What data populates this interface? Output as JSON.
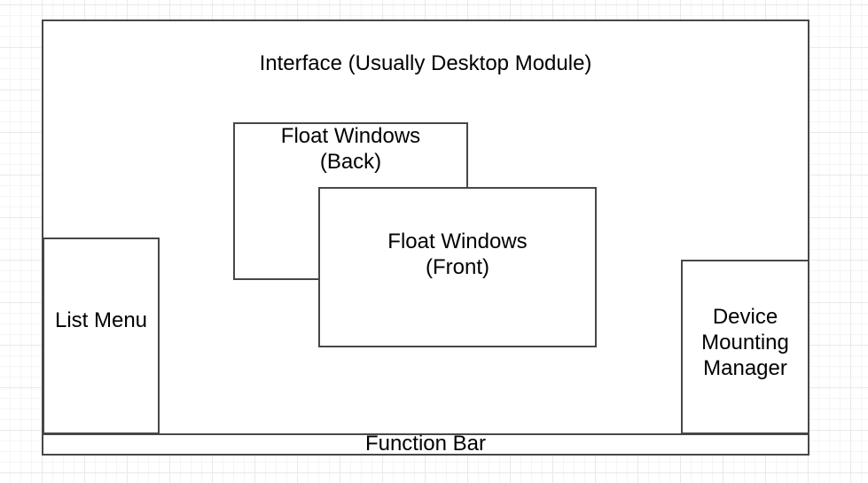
{
  "colors": {
    "canvas_bg": "#ffffff",
    "grid_minor": "#f5f5f5",
    "grid_major": "#e9e9e9",
    "shape_fill": "#ffffff",
    "shape_border": "#474747",
    "text": "#000000"
  },
  "boxes": {
    "interface": {
      "label": "Interface (Usually Desktop Module)"
    },
    "float_back": {
      "lines": [
        "Float Windows",
        "(Back)"
      ]
    },
    "float_front": {
      "lines": [
        "Float Windows",
        "(Front)"
      ]
    },
    "list_menu": {
      "label": "List Menu"
    },
    "device_mounting_manager": {
      "lines": [
        "Device",
        "Mounting",
        "Manager"
      ]
    },
    "function_bar": {
      "label": "Function Bar"
    }
  }
}
